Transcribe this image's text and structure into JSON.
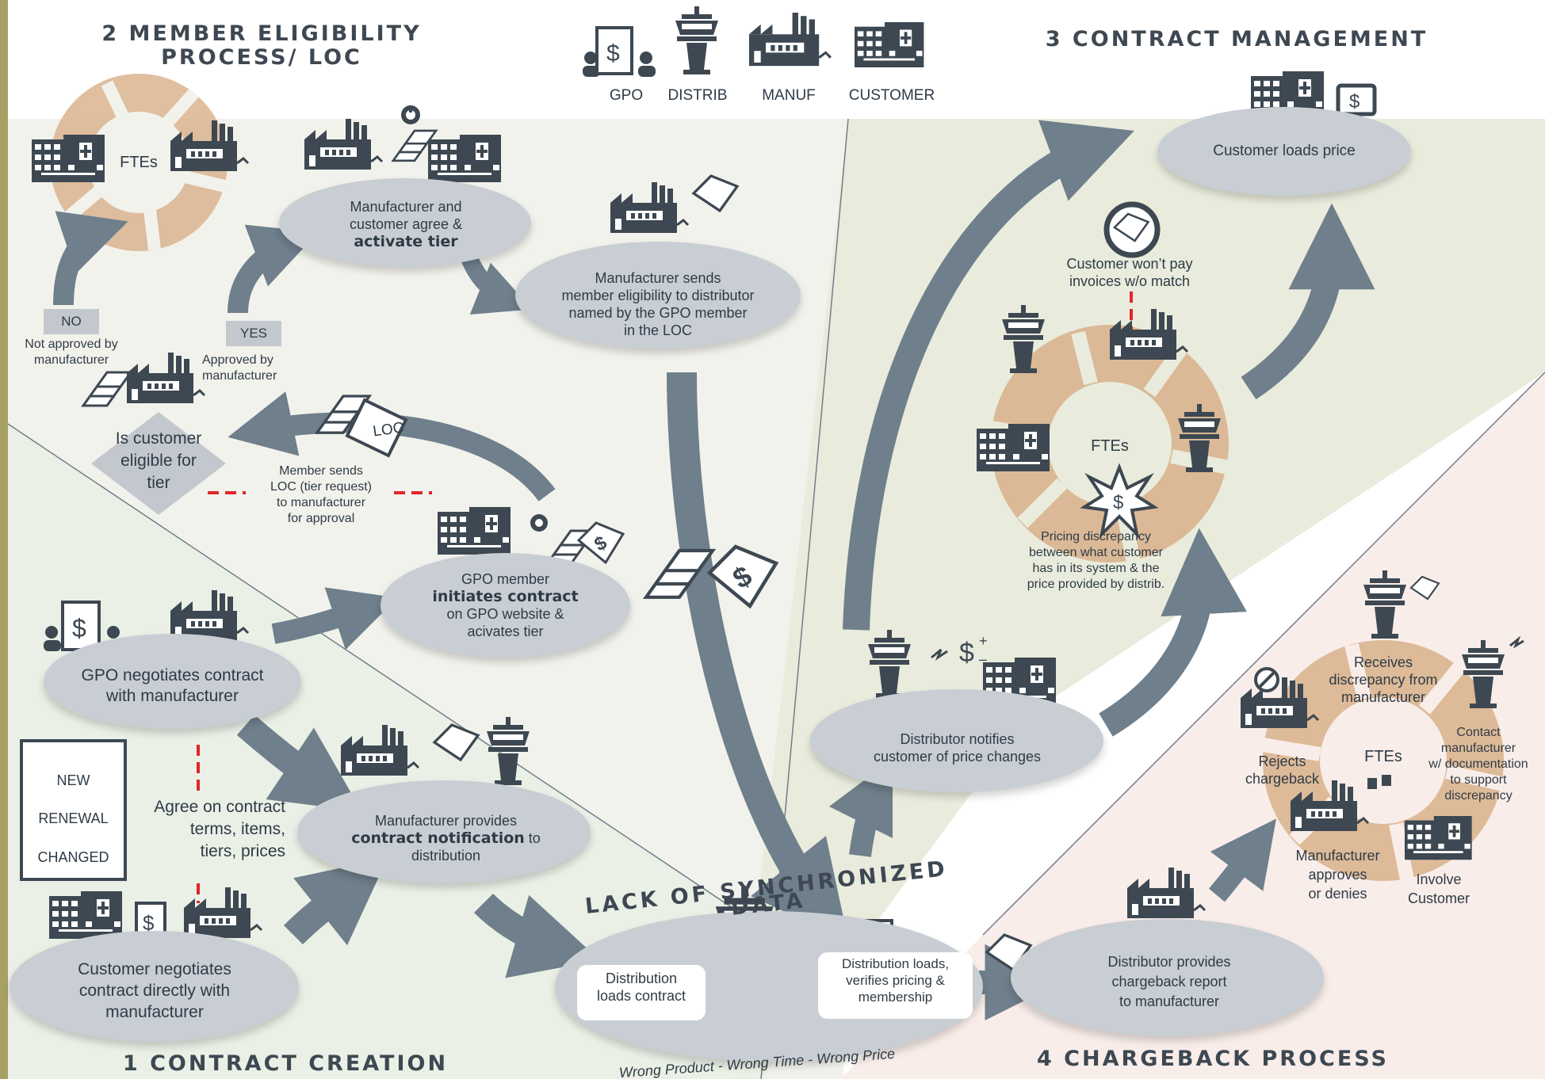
{
  "sections": {
    "member_eligibility": "2 MEMBER ELIGIBILITY\nPROCESS/ LOC",
    "contract_management": "3 CONTRACT MANAGEMENT",
    "contract_creation": "1 CONTRACT CREATION",
    "chargeback": "4 CHARGEBACK PROCESS"
  },
  "legend": {
    "gpo": "GPO",
    "distrib": "DISTRIB",
    "manuf": "MANUF",
    "customer": "CUSTOMER"
  },
  "icons": [
    "building-icon",
    "factory-icon",
    "tower-icon",
    "gpo-document-icon",
    "tag-icon",
    "tiers-icon",
    "computer-icon",
    "burst-icon",
    "no-symbol-icon",
    "thumbs-icon"
  ],
  "colors": {
    "dark": "#3d4852",
    "arrow": "#6f7f8b",
    "ellipse": "#c9ced4",
    "fte_tan": "#d9b48f",
    "red_dash": "#e0262a",
    "section2_bg": "#f2f2ec",
    "section3_bg": "#e9ecdc",
    "section1_bg": "#eaf0e6",
    "section4_bg": "#f9ede9",
    "sidebar": "#a9a064"
  },
  "nodes": {
    "fte_top_left": "FTEs",
    "no_tag": "NO",
    "no_text": "Not approved by\nmanufacturer",
    "yes_tag": "YES",
    "yes_text": "Approved by\nmanufacturer",
    "agree_activate_1": "Manufacturer and\ncustomer agree &",
    "agree_activate_2": "activate tier",
    "sends_eligibility": "Manufacturer sends\nmember eligibility to distributor\nnamed by the GPO member\nin the LOC",
    "is_eligible": "Is customer\neligible for\ntier",
    "loc_tag": "LOC",
    "member_sends_loc": "Member sends\nLOC (tier request)\nto manufacturer\nfor approval",
    "gpo_initiates_1": "GPO member",
    "gpo_initiates_2": "initiates contract",
    "gpo_initiates_3": "on GPO website &\nacivates tier",
    "gpo_negotiates": "GPO negotiates contract\nwith manufacturer",
    "status_new": "NEW",
    "status_renewal": "RENEWAL",
    "status_changed": "CHANGED",
    "agree_terms": "Agree on contract\nterms, items,\ntiers, prices",
    "notification_1": "Manufacturer provides",
    "notification_2": "contract notification",
    "notification_3": "to",
    "notification_4": "distribution",
    "customer_negotiates": "Customer negotiates\ncontract directly with\nmanufacturer",
    "lack_sync": "LACK OF SYNCHRONIZED DATA",
    "dist_loads_contract": "Distribution\nloads contract",
    "dist_loads_verifies": "Distribution loads,\nverifies pricing &\nmembership",
    "wrong_line": "Wrong Product  -  Wrong Time  -  Wrong Price",
    "customer_loads_price": "Customer loads price",
    "wont_pay": "Customer won’t pay\ninvoices w/o match",
    "fte_middle": "FTEs",
    "pricing_discrepancy": "Pricing discrepancy\nbetween what customer\nhas in its system & the\nprice provided by distrib.",
    "dist_notifies": "Distributor notifies\ncustomer of price changes",
    "receives_discrepancy": "Receives\ndiscrepancy from\nmanufacturer",
    "fte_bottom_right": "FTEs",
    "rejects_chargeback": "Rejects\nchargeback",
    "contact_manufacturer": "Contact\nmanufacturer\nw/ documentation\nto support\ndiscrepancy",
    "manufacturer_approves": "Manufacturer\napproves\nor denies",
    "involve_customer": "Involve\nCustomer",
    "chargeback_report": "Distributor provides\nchargeback report\nto manufacturer"
  }
}
